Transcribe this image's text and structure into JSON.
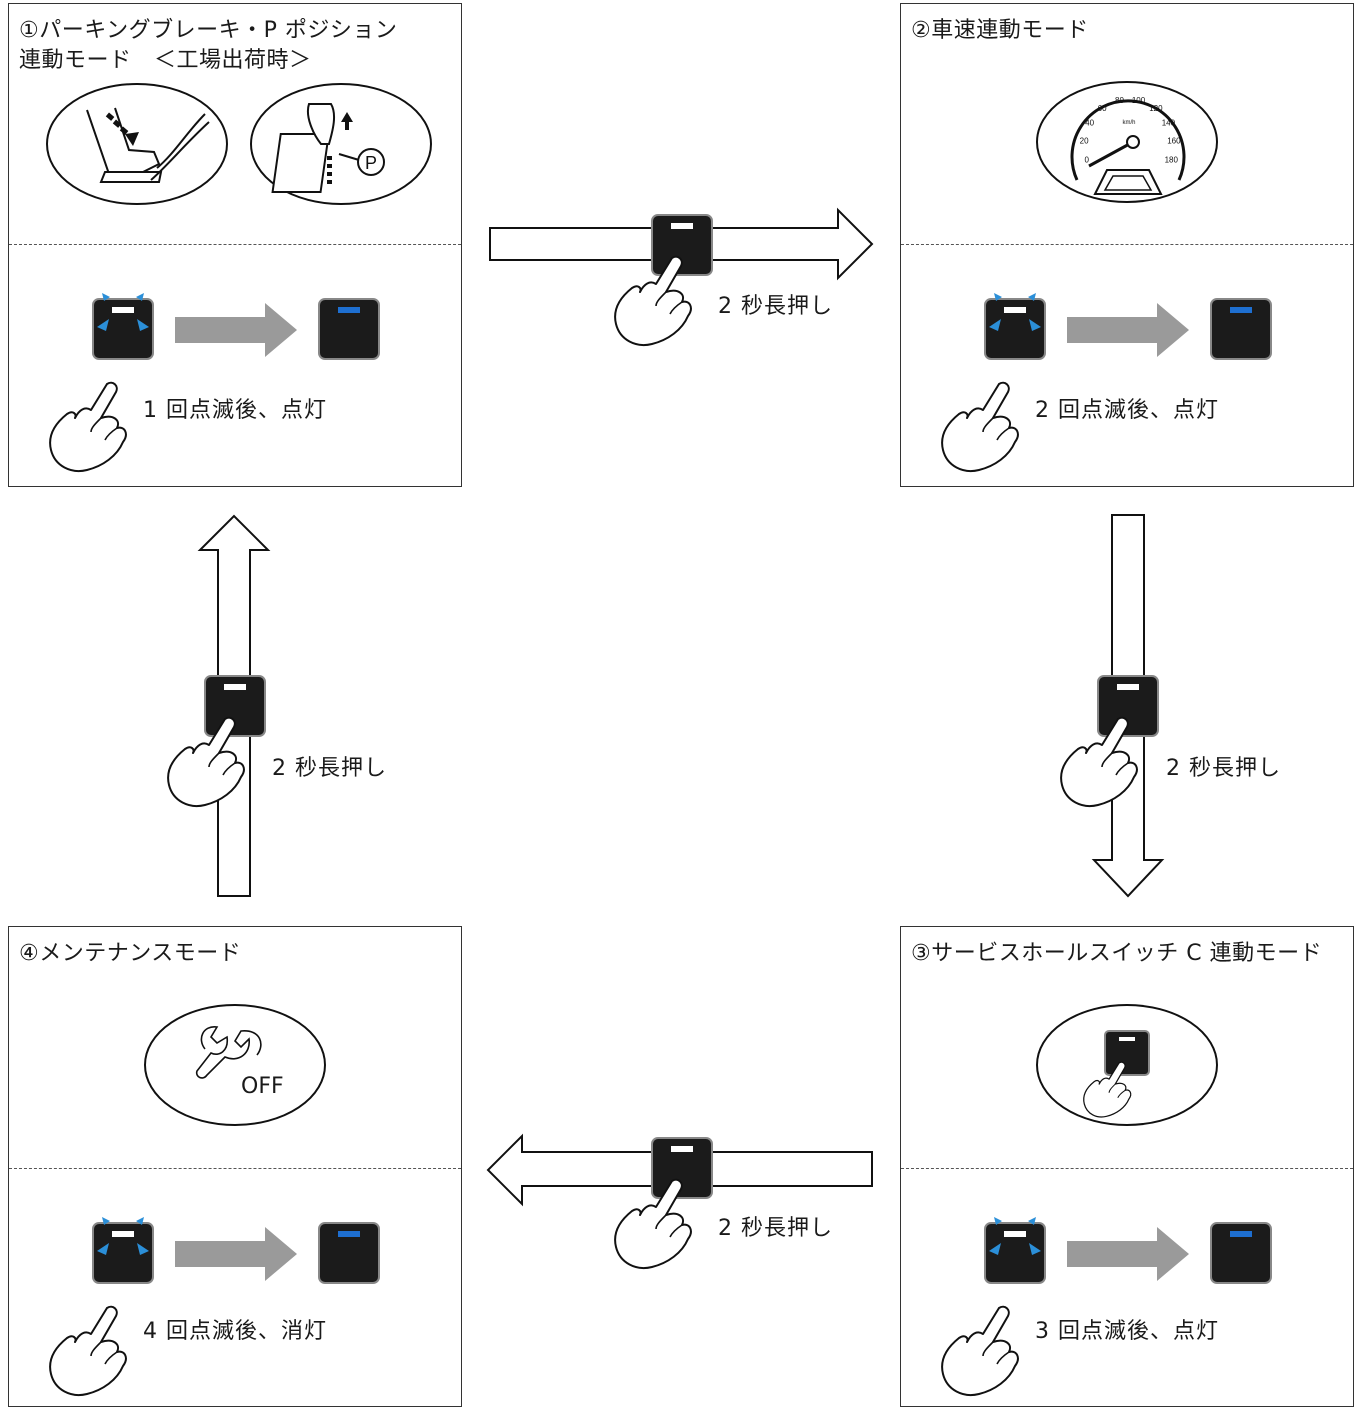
{
  "modes": [
    {
      "title": "①パーキングブレーキ・P ポジション\n 連動モード　＜工場出荷時＞",
      "result": "1 回点滅後、点灯"
    },
    {
      "title": "②車速連動モード",
      "result": "2 回点滅後、点灯",
      "speedometer": {
        "ticks": [
          "0",
          "20",
          "40",
          "60",
          "80",
          "100",
          "120",
          "140",
          "160",
          "180"
        ],
        "unit": "km/h"
      }
    },
    {
      "title": "③サービスホールスイッチ C 連動モード",
      "result": "3 回点滅後、点灯"
    },
    {
      "title": "④メンテナンスモード",
      "result": "4 回点滅後、消灯",
      "off_label": "OFF"
    }
  ],
  "transitions": [
    {
      "from": "①",
      "to": "②",
      "label": "2 秒長押し"
    },
    {
      "from": "②",
      "to": "③",
      "label": "2 秒長押し"
    },
    {
      "from": "③",
      "to": "④",
      "label": "2 秒長押し"
    },
    {
      "from": "④",
      "to": "①",
      "label": "2 秒長押し"
    }
  ],
  "colors": {
    "indicator_on": "#1e6fd1",
    "blink_marker": "#2b8fd8",
    "switch_body": "#1b1b1b",
    "process_arrow": "#9a9a9a"
  },
  "icons": [
    "foot-brake-icon",
    "shift-lever-p-icon",
    "speedometer-icon",
    "switch-press-icon",
    "wrench-icon",
    "pointing-hand-icon"
  ]
}
